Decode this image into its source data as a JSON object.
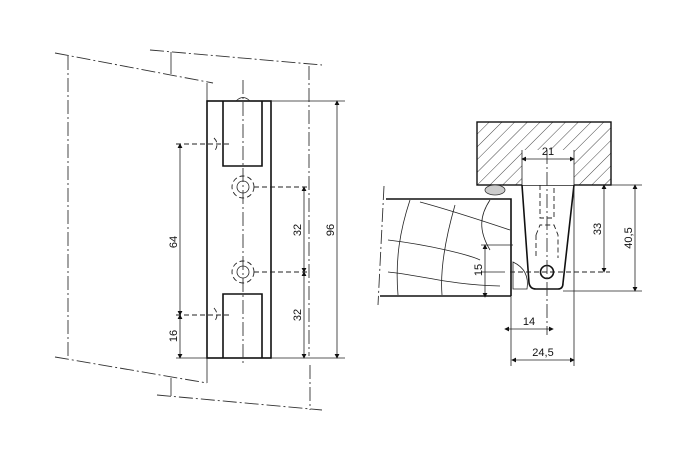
{
  "front_view": {
    "dimensions": {
      "screw_spacing": "64",
      "bottom_screw_offset": "16",
      "upper_hole_spacing": "32",
      "lower_hole_spacing": "32",
      "overall_height": "96"
    }
  },
  "section_view": {
    "dimensions": {
      "body_width": "21",
      "hole_depth": "33",
      "overall_depth": "40,5",
      "door_thickness_offset": "15",
      "hole_offset": "14",
      "overall_width": "24,5"
    }
  }
}
